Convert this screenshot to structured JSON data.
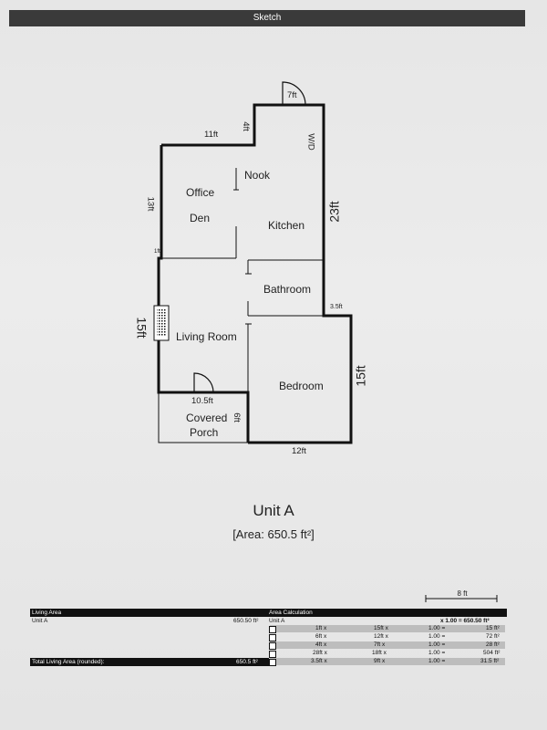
{
  "window": {
    "title": "Sketch"
  },
  "rooms": {
    "nook": "Nook",
    "office": "Office",
    "den": "Den",
    "kitchen": "Kitchen",
    "bathroom": "Bathroom",
    "living_room": "Living Room",
    "bedroom": "Bedroom",
    "porch_line1": "Covered",
    "porch_line2": "Porch"
  },
  "fixtures": {
    "wd": "W/D"
  },
  "dimensions": {
    "top_left": "11ft",
    "notch": "4ft",
    "door_top": "7ft",
    "left_upper": "13ft",
    "right_upper": "23ft",
    "small_left": "1ft",
    "living_left": "15ft",
    "bath_step": "3.5ft",
    "bedroom_right": "15ft",
    "porch_width": "10.5ft",
    "porch_depth": "6ft",
    "bottom": "12ft"
  },
  "unit": {
    "title": "Unit A",
    "area": "[Area: 650.5 ft²]"
  },
  "scale": {
    "label": "8 ft"
  },
  "table": {
    "left_header": "Living Area",
    "right_header": "Area Calculation",
    "unit_name": "Unit A",
    "unit_area": "650.50 ft²",
    "unit_label": "Unit A",
    "total_formula": "x 1.00 = 650.50 ft²",
    "total_label": "Total Living Area (rounded):",
    "total_value": "650.5 ft²",
    "rows": [
      {
        "w": "1ft x",
        "h": "15ft x",
        "f": "1.00 =",
        "a": "15 ft²"
      },
      {
        "w": "6ft x",
        "h": "12ft x",
        "f": "1.00 =",
        "a": "72 ft²"
      },
      {
        "w": "4ft x",
        "h": "7ft x",
        "f": "1.00 =",
        "a": "28 ft²"
      },
      {
        "w": "28ft x",
        "h": "18ft x",
        "f": "1.00 =",
        "a": "504 ft²"
      },
      {
        "w": "3.5ft x",
        "h": "9ft x",
        "f": "1.00 =",
        "a": "31.5 ft²"
      }
    ]
  }
}
